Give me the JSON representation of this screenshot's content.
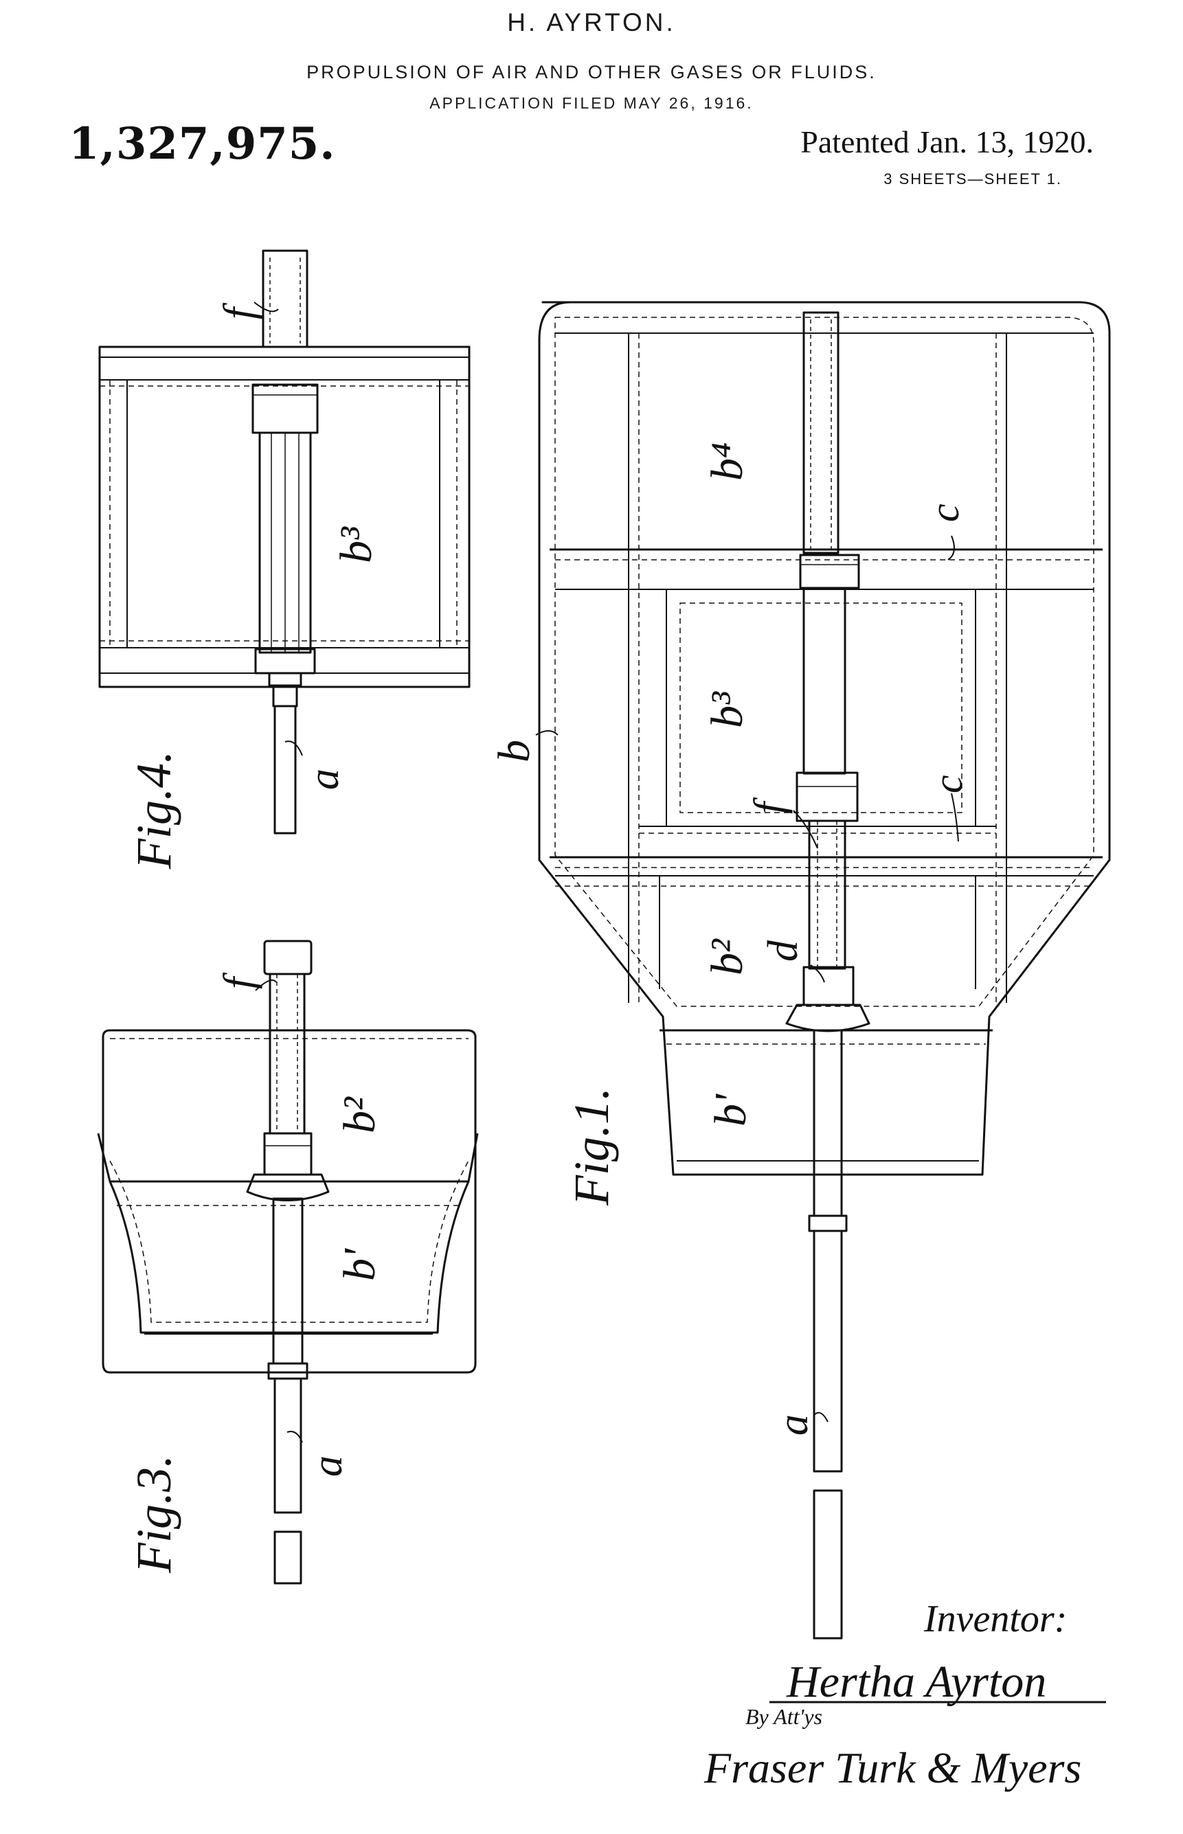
{
  "header": {
    "inventor": "H. AYRTON.",
    "title": "PROPULSION OF AIR AND OTHER GASES OR FLUIDS.",
    "application": "APPLICATION FILED MAY 26, 1916.",
    "patent_number": "1,327,975.",
    "patented": "Patented Jan. 13, 1920.",
    "sheets": "3 SHEETS—SHEET 1."
  },
  "figures": {
    "fig1": "Fig.1.",
    "fig3": "Fig.3.",
    "fig4": "Fig.4."
  },
  "labels": {
    "a": "a",
    "b": "b",
    "b1": "b'",
    "b2": "b²",
    "b3": "b³",
    "b4": "b⁴",
    "c": "c",
    "d": "d",
    "f": "f"
  },
  "signature": {
    "inventor_heading": "Inventor:",
    "inventor_name": "Hertha Ayrton",
    "by": "By Att'ys",
    "attorneys": "Fraser Turk & Myers"
  }
}
